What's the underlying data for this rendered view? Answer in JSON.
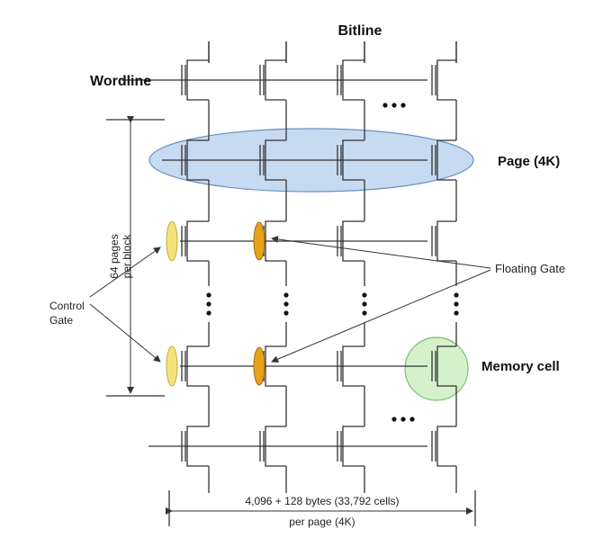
{
  "labels": {
    "bitline": "Bitline",
    "wordline": "Wordline",
    "page": "Page (4K)",
    "floating_gate": "Floating Gate",
    "control_gate_1": "Control",
    "control_gate_2": "Gate",
    "memory_cell": "Memory cell",
    "pages_per_block_1": "64 pages",
    "pages_per_block_2": "per block",
    "bytes_1": "4,096 + 128 bytes (33,792 cells)",
    "bytes_2": "per page (4K)",
    "ellipsis_h": "•••"
  },
  "colors": {
    "page_fill": "#bcd3ee",
    "page_stroke": "#6a8fc0",
    "page_text": "#1f2f6b",
    "memory_fill": "#cdeec2",
    "memory_stroke": "#7fbf72",
    "memory_text": "#2c8a2a",
    "floating_gate": "#e8a21a",
    "control_gate": "#f3e27a"
  }
}
